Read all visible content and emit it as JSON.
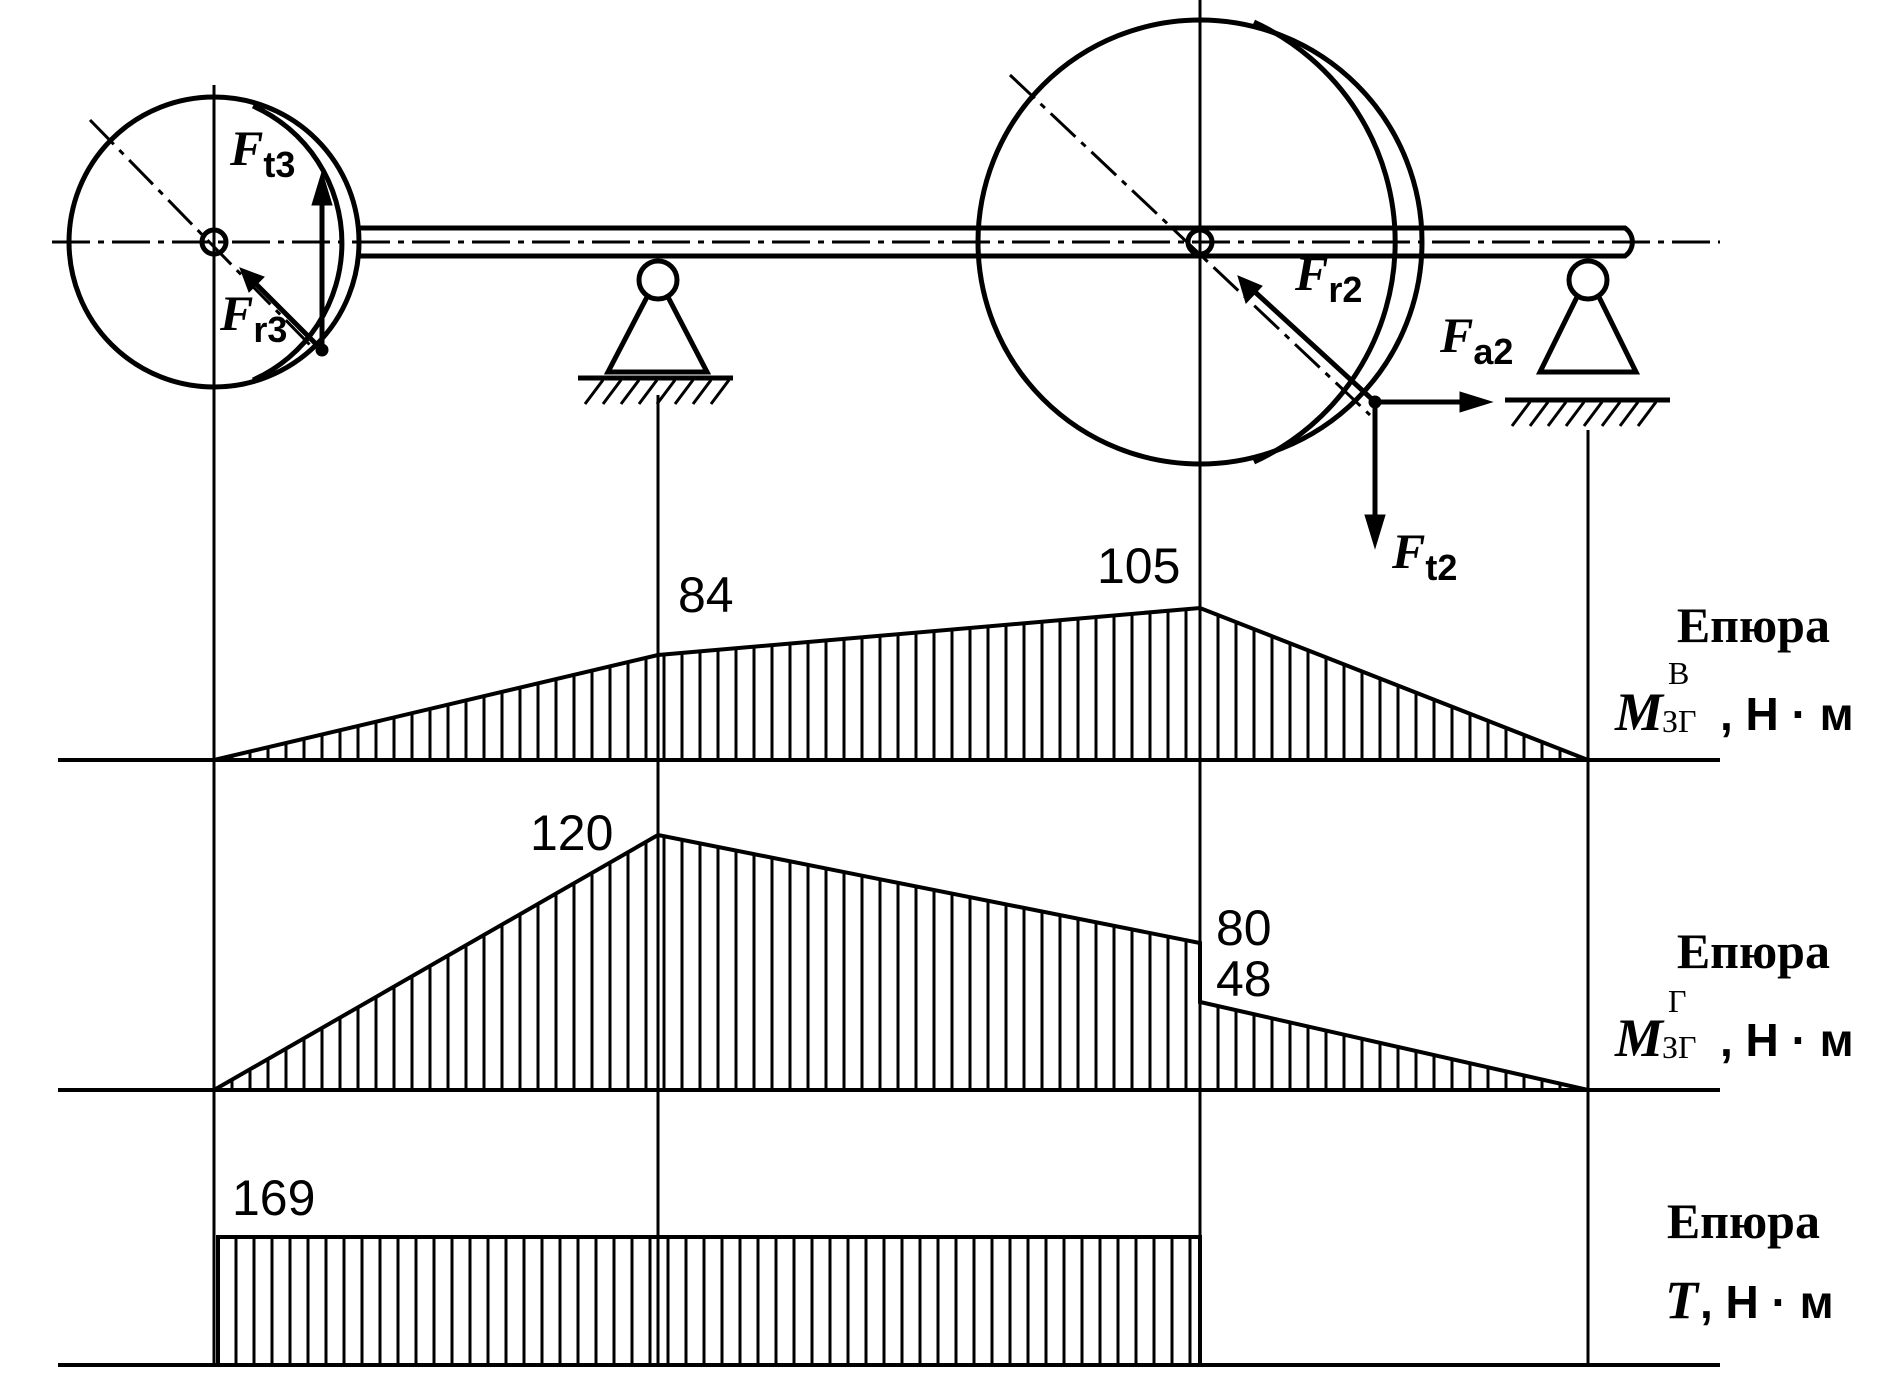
{
  "forces": {
    "ft3": {
      "main": "F",
      "sub": "t3"
    },
    "fr3": {
      "main": "F",
      "sub": "r3"
    },
    "fr2": {
      "main": "F",
      "sub": "r2"
    },
    "fa2": {
      "main": "F",
      "sub": "a2"
    },
    "ft2": {
      "main": "F",
      "sub": "t2"
    }
  },
  "epures": {
    "vertical": {
      "title": "Епюра",
      "symbol": "M",
      "sup": "В",
      "sub": "ЗГ",
      "unit": ", Н · м",
      "values": {
        "support": "84",
        "gear": "105"
      }
    },
    "horizontal": {
      "title": "Епюра",
      "symbol": "M",
      "sup": "Г",
      "sub": "ЗГ",
      "unit": ", Н · м",
      "values": {
        "support": "120",
        "gear_left": "80",
        "gear_right": "48"
      }
    },
    "torque": {
      "title": "Епюра",
      "symbol": "T",
      "unit": ", Н · м",
      "values": {
        "level": "169"
      }
    }
  }
}
